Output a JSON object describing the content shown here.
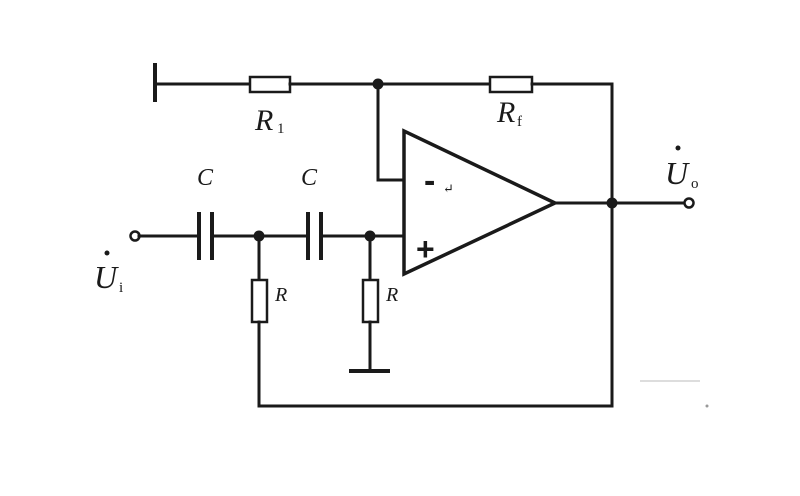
{
  "labels": {
    "r1_main": "R",
    "r1_sub": "1",
    "rf_main": "R",
    "rf_sub": "f",
    "c_left": "C",
    "c_right": "C",
    "r_left": "R",
    "r_right": "R",
    "ui_main": "U",
    "ui_sub": "i",
    "uo_main": "U",
    "uo_sub": "o",
    "minus": "-",
    "plus": "+",
    "return_mark": "↵"
  },
  "colors": {
    "line": "#1a1a1a",
    "background": "#ffffff"
  }
}
